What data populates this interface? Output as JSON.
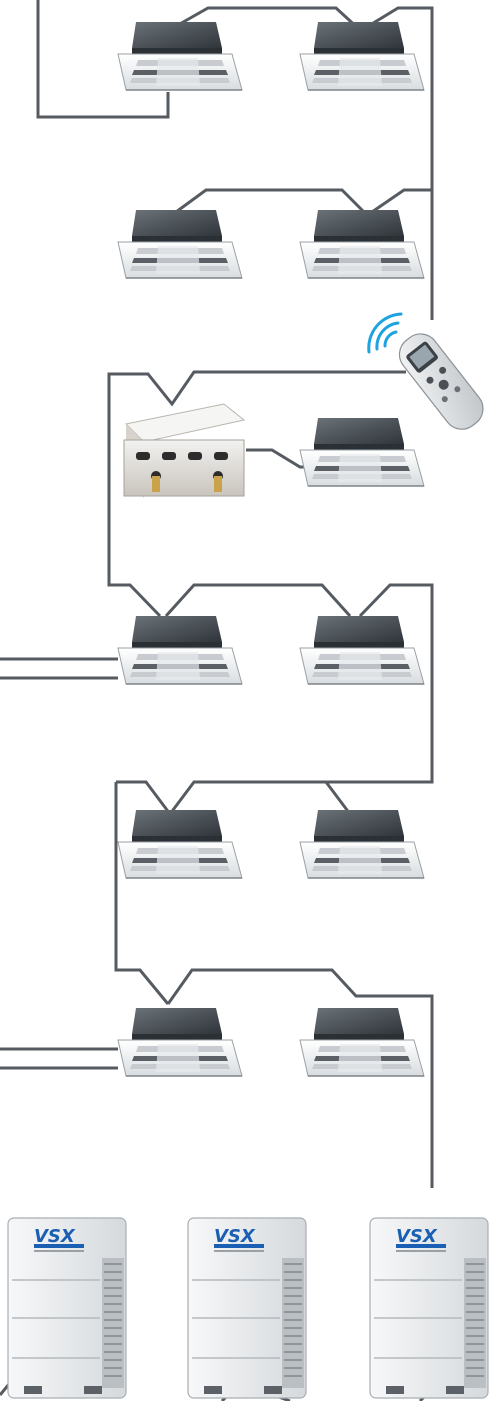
{
  "diagram": {
    "description_free": true,
    "indoor_units": [
      {
        "id": "cassette-1"
      },
      {
        "id": "cassette-2"
      },
      {
        "id": "cassette-3"
      },
      {
        "id": "cassette-4"
      },
      {
        "id": "cassette-5"
      },
      {
        "id": "cassette-6"
      },
      {
        "id": "cassette-7"
      },
      {
        "id": "cassette-8"
      },
      {
        "id": "cassette-9"
      },
      {
        "id": "cassette-10"
      },
      {
        "id": "cassette-11"
      }
    ],
    "outdoor_units": [
      {
        "brand_label": "VSX"
      },
      {
        "brand_label": "VSX"
      },
      {
        "brand_label": "VSX"
      }
    ],
    "colors": {
      "wire": "#555b60",
      "brand_blue": "#1a5fb4",
      "wifi_blue": "#1fa3e0",
      "unit_body": "#eef0f2",
      "grille_dark": "#3d4349"
    },
    "icons": [
      "remote-control-icon",
      "wifi-signal-icon",
      "branch-box-icon"
    ]
  }
}
